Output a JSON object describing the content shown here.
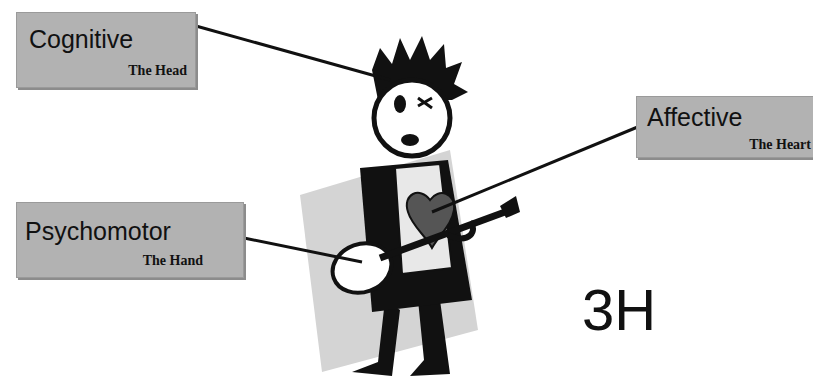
{
  "diagram": {
    "nodes": [
      {
        "text": [
          "Cognitive",
          "The Head"
        ]
      },
      {
        "text": [
          "Affective",
          "The Heart"
        ]
      },
      {
        "text": [
          "Psychomotor",
          "The Hand"
        ]
      }
    ],
    "labels": [
      "3H"
    ]
  }
}
